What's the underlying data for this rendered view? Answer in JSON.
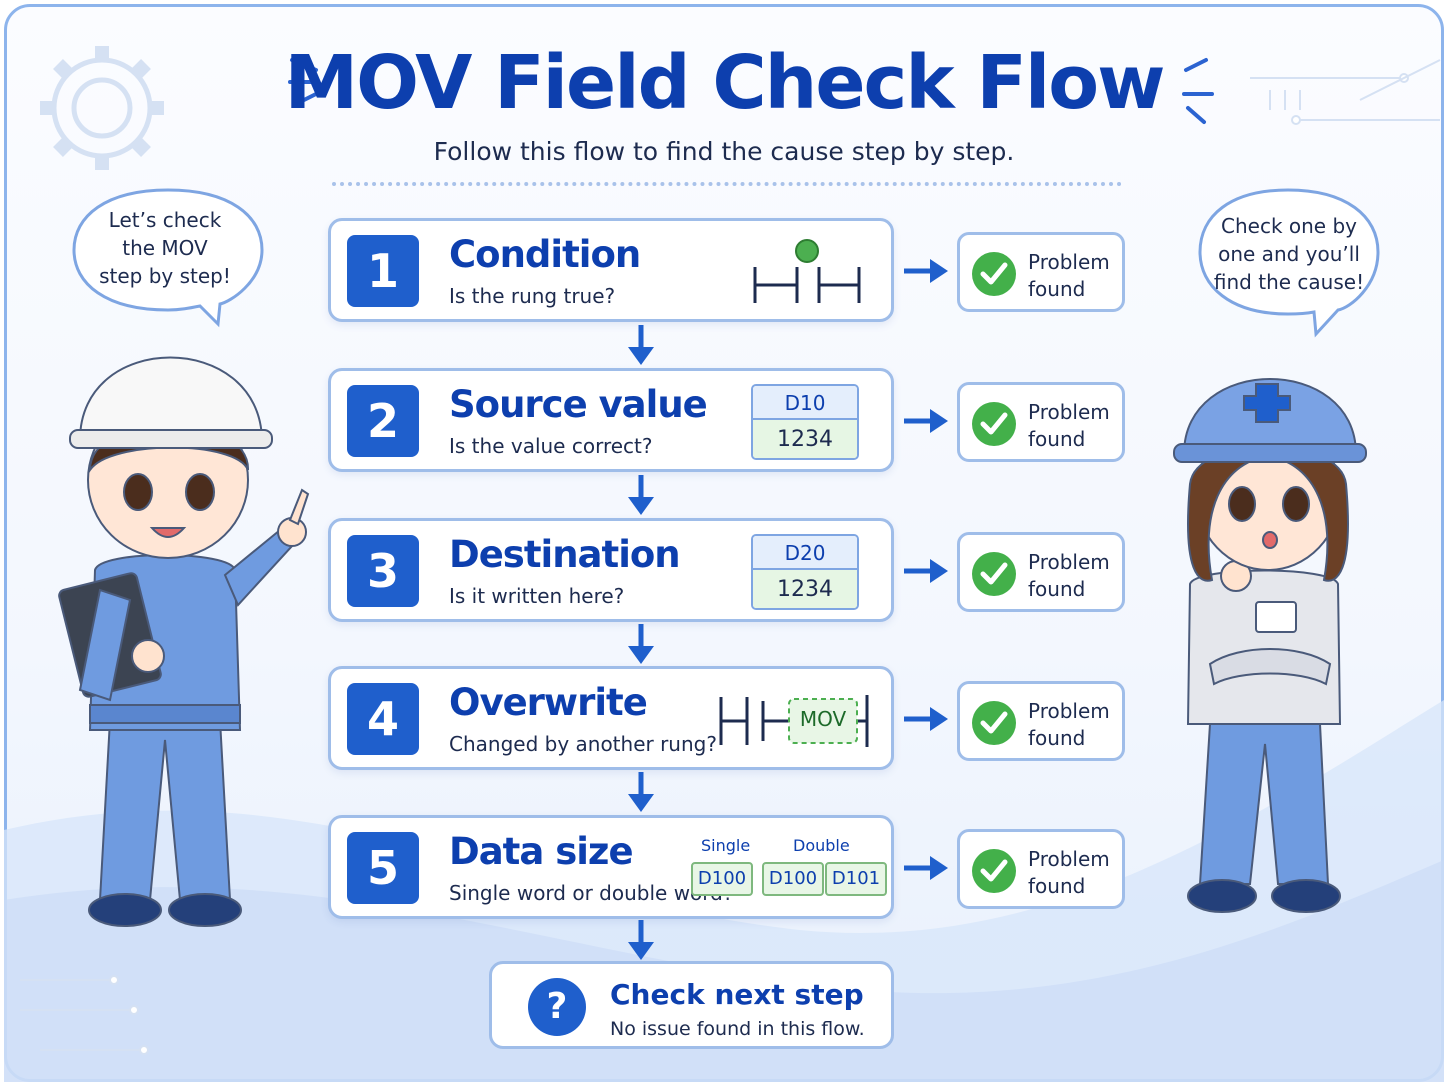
{
  "title": "MOV Field Check Flow",
  "subtitle": "Follow this flow to find the cause step by step.",
  "left_bubble": {
    "line1": "Let’s check",
    "line2": "the MOV",
    "line3": "step by step!"
  },
  "right_bubble": {
    "line1": "Check one by",
    "line2": "one and you’ll",
    "line3": "find the cause!"
  },
  "steps": [
    {
      "num": "1",
      "title": "Condition",
      "question": "Is the rung true?"
    },
    {
      "num": "2",
      "title": "Source value",
      "question": "Is the value correct?",
      "reg_name": "D10",
      "reg_value": "1234"
    },
    {
      "num": "3",
      "title": "Destination",
      "question": "Is it written here?",
      "reg_name": "D20",
      "reg_value": "1234"
    },
    {
      "num": "4",
      "title": "Overwrite",
      "question": "Changed by another rung?",
      "instr": "MOV"
    },
    {
      "num": "5",
      "title": "Data size",
      "question": "Single word or double word?",
      "single_label": "Single",
      "double_label": "Double",
      "single_reg": "D100",
      "double_reg1": "D100",
      "double_reg2": "D101"
    }
  ],
  "found": {
    "line1": "Problem",
    "line2": "found"
  },
  "next_step": {
    "icon": "?",
    "title": "Check next step",
    "subtitle": "No issue found in this flow."
  },
  "colors": {
    "primary": "#1f5fcc",
    "title": "#0d3fae",
    "border": "#9fbde9",
    "check": "#43b04a"
  },
  "icons": {
    "check": "check-circle-icon",
    "question": "question-circle-icon",
    "arrow": "arrow-icon",
    "gear": "gear-icon"
  }
}
